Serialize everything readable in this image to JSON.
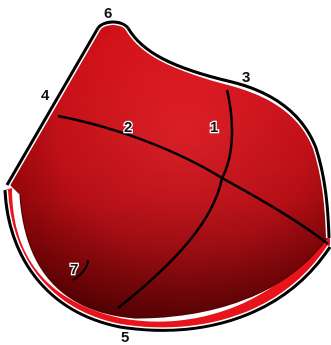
{
  "diagram": {
    "labels": {
      "curve_1": "1",
      "curve_2": "2",
      "edge_3": "3",
      "edge_4": "4",
      "edge_5": "5",
      "edge_6": "6",
      "edge_7": "7"
    },
    "colors": {
      "surface_light": "#ee1c24",
      "surface_dark": "#7a0000",
      "rim_red": "#e8141c",
      "outline": "#000000",
      "halo": "#ffffff",
      "background": "#ffffff"
    }
  }
}
